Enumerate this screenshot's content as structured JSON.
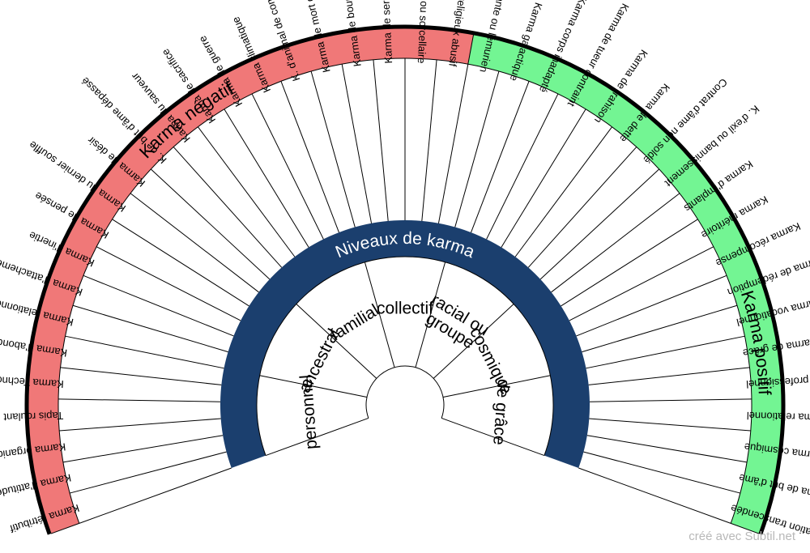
{
  "band_negative_label": "Karma négatif",
  "band_positive_label": "Karma positif",
  "ring_label": "Niveaux de karma",
  "credit": "créé avec Subtil.net",
  "colors": {
    "negative": "#f07878",
    "positive": "#73f593",
    "ring": "#1b3f6e",
    "line": "#000000"
  },
  "inner_sectors": [
    "personnel",
    "ancestral",
    "familial",
    "collectif",
    "racial ou\ngroupe",
    "cosmique",
    "de grâce"
  ],
  "negative_count": 23,
  "outer_items": [
    "Karma rétributif",
    "Karma d'attitude",
    "Karma organique",
    "Tapis roulant",
    "Karma Technologique",
    "Karma d'abondance",
    "Karma relationnel",
    "Karma d'attachement",
    "Karma d'inertie",
    "Karma de pensée",
    "Karma du dernier souffle",
    "Karma de désir",
    "K. de but d'âme dépassé",
    "Karma du sauveur",
    "Karma de sacrifice",
    "Karma de guerre",
    "Karma climatique",
    "K. d'animal de compagnie",
    "Karma de mort difficile",
    "Karma de bourreau",
    "Karma de serments anciens",
    "K. magique ou sorcellaire",
    "Karma religieux abusif",
    "Karma atlante ou lémurien",
    "Karma galactique",
    "Karma corps inadapté",
    "Karma de  tueur contraint",
    "Karma de trahison",
    "Karma de dette",
    "Contrat d'âme non soldé",
    "K. d'exil ou bannissement",
    "Karma d'implants",
    "Karma méritoire",
    "Karma récompense",
    "Karma de rédemption",
    "Karma vocationnel",
    "Karma  de grâce",
    "Karma professionnel",
    "Karma relationnel",
    "Karma cosmique",
    "Karma de but d'âme",
    "K incarnation transcendée"
  ]
}
